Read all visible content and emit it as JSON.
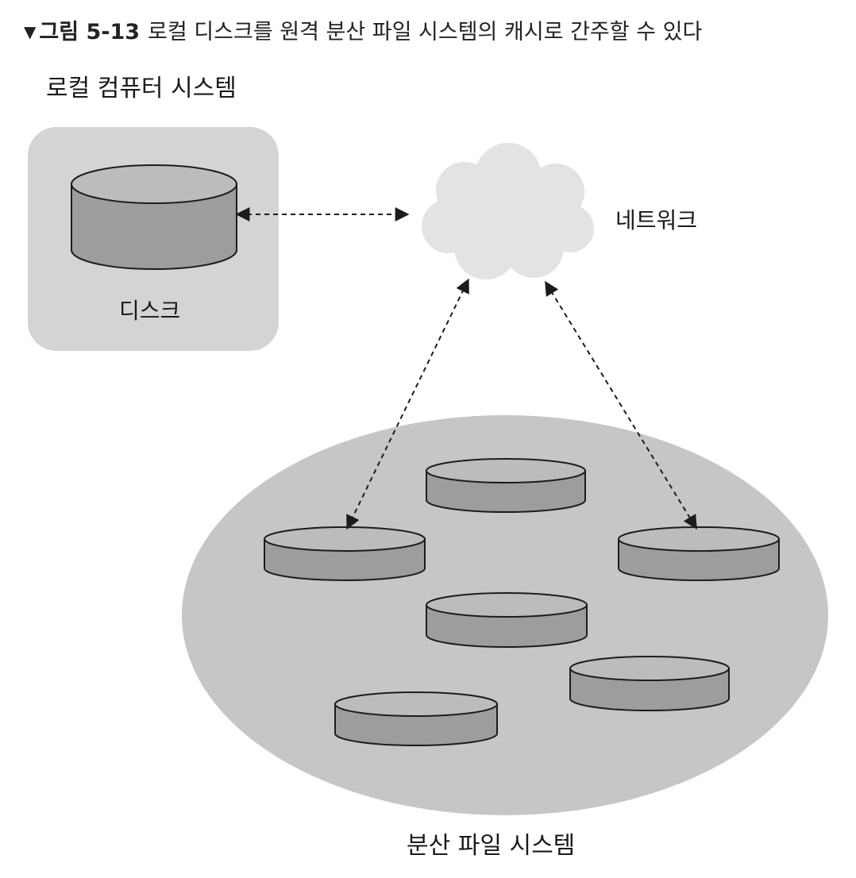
{
  "caption": {
    "marker": "▼",
    "number": "그림 5-13",
    "title": "로컬 디스크를 원격 분산 파일 시스템의 캐시로 간주할 수 있다"
  },
  "local_system": {
    "title": "로컬 컴퓨터 시스템",
    "disk_label": "디스크"
  },
  "network": {
    "label": "네트워크"
  },
  "distributed_fs": {
    "label": "분산 파일 시스템"
  },
  "colors": {
    "local_box": "#d4d4d4",
    "cloud": "#e3e3e3",
    "ellipse": "#c6c6c6",
    "disk_body": "#9d9d9d",
    "disk_top": "#bcbcbc",
    "outline": "#1c1c1c",
    "arrow": "#1c1c1c"
  }
}
